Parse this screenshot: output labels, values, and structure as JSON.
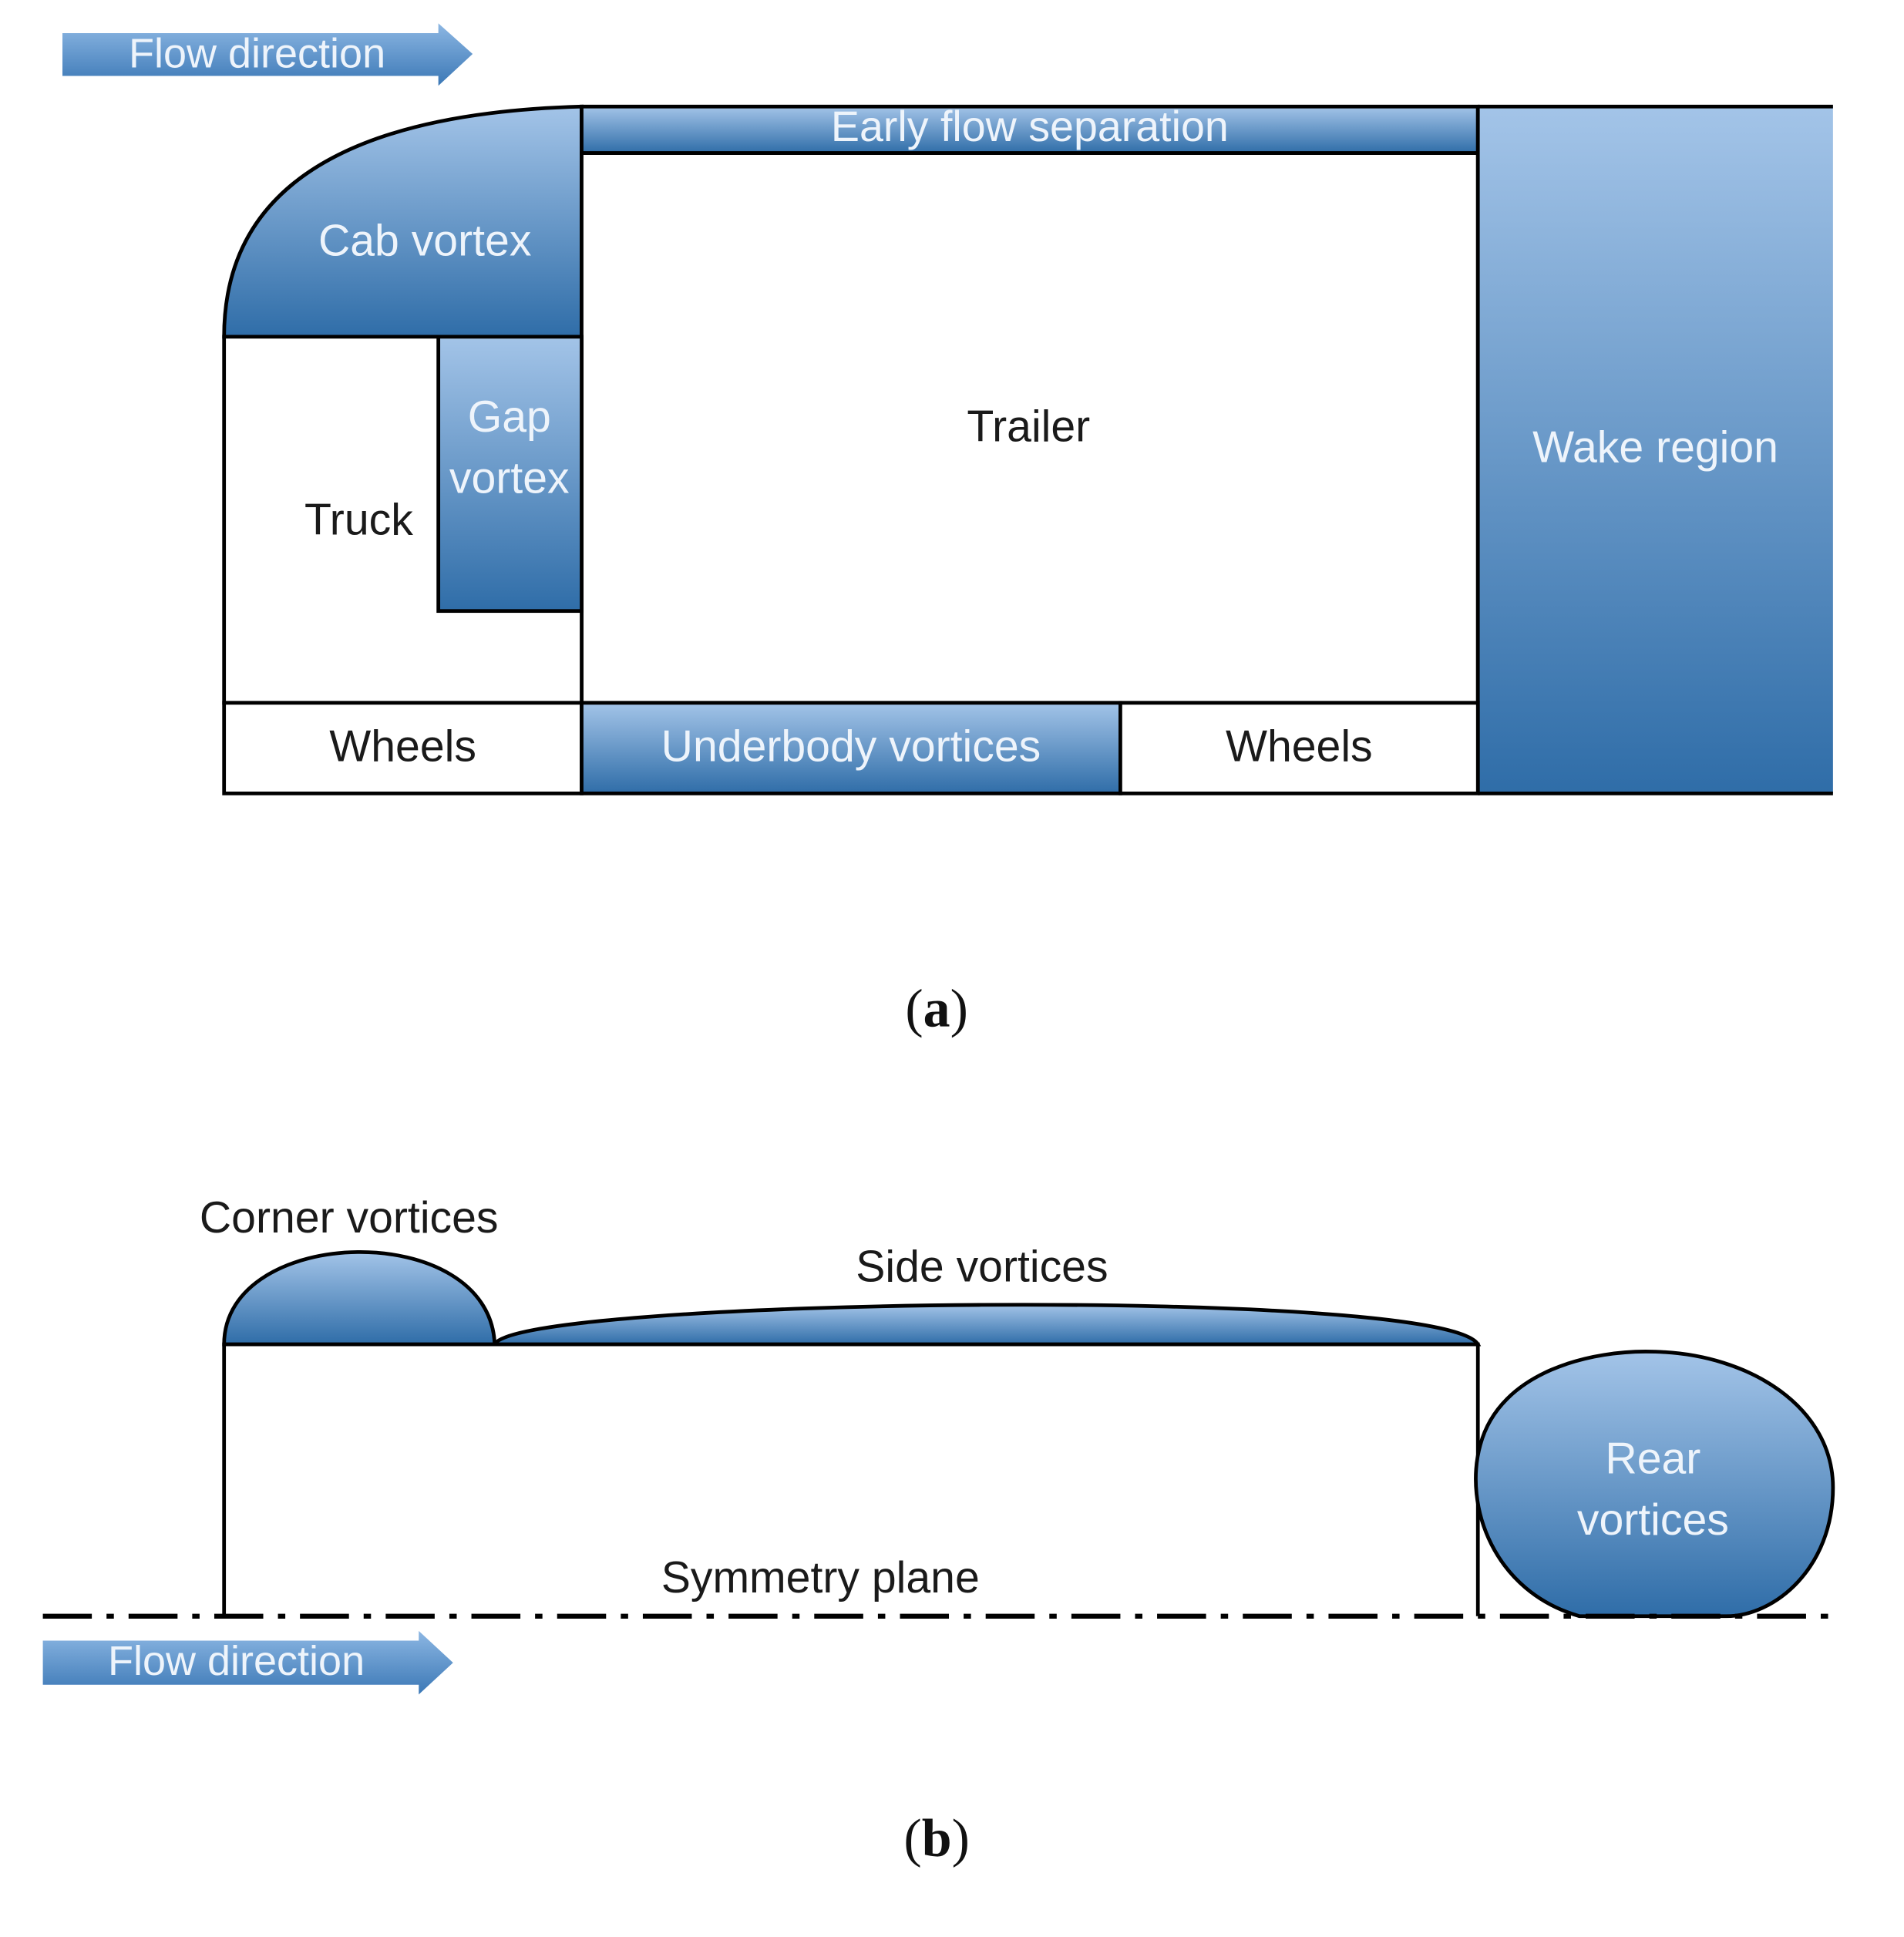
{
  "panel_a": {
    "flow_label": "Flow direction",
    "cab_vortex": "Cab vortex",
    "early_flow_separation": "Early flow separation",
    "gap_vortex_line1": "Gap",
    "gap_vortex_line2": "vortex",
    "truck": "Truck",
    "trailer": "Trailer",
    "wake_region": "Wake region",
    "wheels_front": "Wheels",
    "underbody_vortices": "Underbody vortices",
    "wheels_rear": "Wheels",
    "caption_open": "(",
    "caption_letter": "a",
    "caption_close": ")"
  },
  "panel_b": {
    "corner_vortices": "Corner vortices",
    "side_vortices": "Side vortices",
    "rear_vortices_line1": "Rear",
    "rear_vortices_line2": "vortices",
    "symmetry_plane": "Symmetry plane",
    "flow_label": "Flow direction",
    "caption_open": "(",
    "caption_letter": "b",
    "caption_close": ")"
  },
  "colors": {
    "vortex_fill_light": "#a3c4e8",
    "vortex_fill_dark": "#2f6da8",
    "outline": "#000000",
    "dark_text": "#1a1a1a",
    "light_text": "#eef4fb"
  }
}
